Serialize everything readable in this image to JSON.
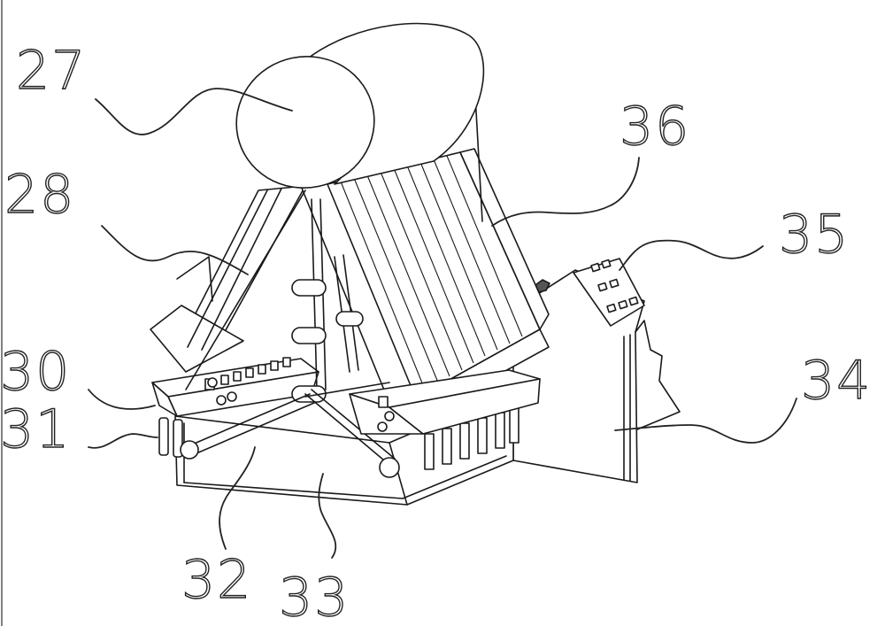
{
  "figure": {
    "labels": [
      {
        "id": "n27",
        "text": "27"
      },
      {
        "id": "n28",
        "text": "28"
      },
      {
        "id": "n30",
        "text": "30"
      },
      {
        "id": "n31",
        "text": "31"
      },
      {
        "id": "n32",
        "text": "32"
      },
      {
        "id": "n33",
        "text": "33"
      },
      {
        "id": "n34",
        "text": "34"
      },
      {
        "id": "n35",
        "text": "35"
      },
      {
        "id": "n36",
        "text": "36"
      }
    ]
  }
}
